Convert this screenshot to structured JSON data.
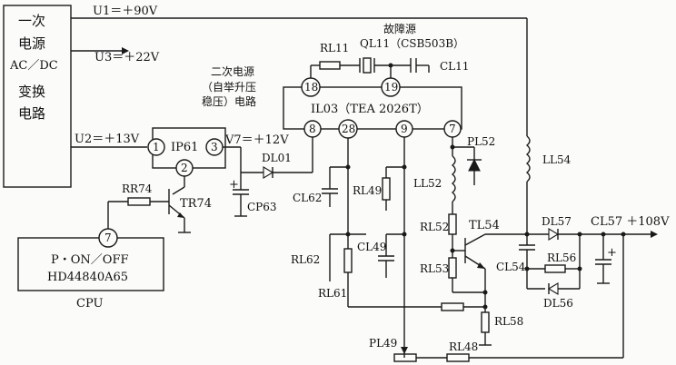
{
  "blocks": {
    "primary_psu": {
      "line1": "一次",
      "line2": "电源",
      "line3": "AC／DC",
      "line4": "变换",
      "line5": "电路"
    },
    "secondary_label": {
      "line1": "二次电源",
      "line2": "（自举升压",
      "line3": "稳压）电路"
    },
    "fault_source": "故障源",
    "cpu_box": {
      "line1": "P・ON／OFF",
      "line2": "HD44840A65"
    },
    "cpu_label": "CPU"
  },
  "voltages": {
    "u1": "U1＝＋90V",
    "u3": "U3＝＋22V",
    "u2": "U2＝＋13V",
    "v7": "V7＝＋12V",
    "out": "CL57 ＋108V"
  },
  "ic": {
    "label": "IL03（TEA 2026T）",
    "pins": [
      "18",
      "19",
      "8",
      "28",
      "9",
      "7"
    ]
  },
  "ip61": {
    "label": "IP61",
    "pins": [
      "1",
      "2",
      "3"
    ]
  },
  "cpu_pin": "7",
  "components": {
    "rl11": "RL11",
    "ql11": "QL11（CSB503B）",
    "cl11": "CL11",
    "dl01": "DL01",
    "cp63": "CP63",
    "rr74": "RR74",
    "tr74": "TR74",
    "cl62": "CL62",
    "rl49": "RL49",
    "ll52": "LL52",
    "pl52": "PL52",
    "ll54": "LL54",
    "rl52": "RL52",
    "tl54": "TL54",
    "dl57": "DL57",
    "cl49": "CL49",
    "rl62": "RL62",
    "rl53": "RL53",
    "cl54": "CL54",
    "rl56": "RL56",
    "rl61": "RL61",
    "dl56": "DL56",
    "rl58": "RL58",
    "pl49": "PL49",
    "rl48": "RL48"
  }
}
